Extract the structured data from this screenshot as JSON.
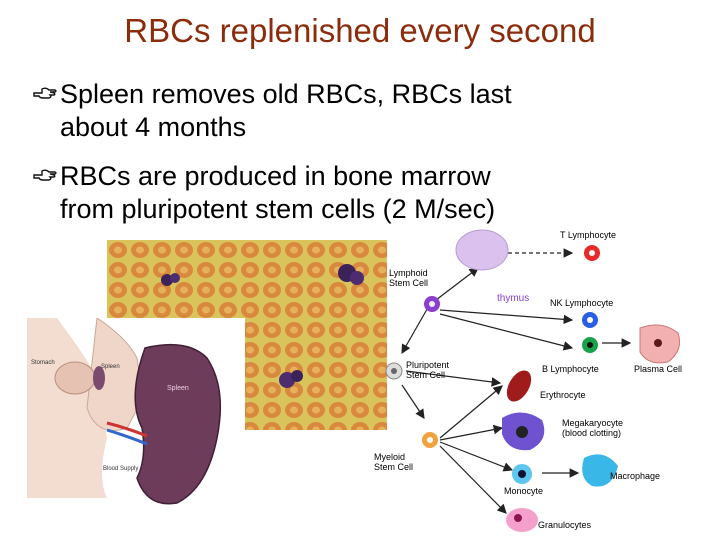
{
  "slide": {
    "title": "RBCs replenished every second",
    "bullets": [
      {
        "line1": "Spleen removes old RBCs, RBCs last",
        "line2": "about 4 months"
      },
      {
        "line1": "RBCs are produced in bone marrow",
        "line2": "from pluripotent stem cells (2 M/sec)"
      }
    ],
    "bullet_icon": "hand-pointer-icon"
  },
  "spleen_figure": {
    "labels": {
      "stomach": "Stomach",
      "spleen_small": "Spleen",
      "spleen_large": "Spleen",
      "blood_supply": "Blood Supply"
    }
  },
  "diagram": {
    "labels": {
      "lymphoid": "Lymphoid\nStem Cell",
      "pluripotent": "Pluripotent\nStem Cell",
      "myeloid": "Myeloid\nStem Cell",
      "thymus": "thymus",
      "t_lymphocyte": "T Lymphocyte",
      "nk_lymphocyte": "NK Lymphocyte",
      "b_lymphocyte": "B Lymphocyte",
      "plasma_cell": "Plasma Cell",
      "erythrocyte": "Erythrocyte",
      "megakaryocyte": "Megakaryocyte\n(blood clotting)",
      "macrophage": "Macrophage",
      "monocyte": "Monocyte",
      "granulocytes": "Granulocytes"
    },
    "colors": {
      "thymus": "#d9b8ee",
      "lymphoid": "#8a3fd0",
      "erythrocyte": "#a01c1c",
      "megakaryocyte": "#5a3dbf",
      "monocyte": "#39b8e8",
      "granulocyte": "#ee6fb0"
    }
  }
}
